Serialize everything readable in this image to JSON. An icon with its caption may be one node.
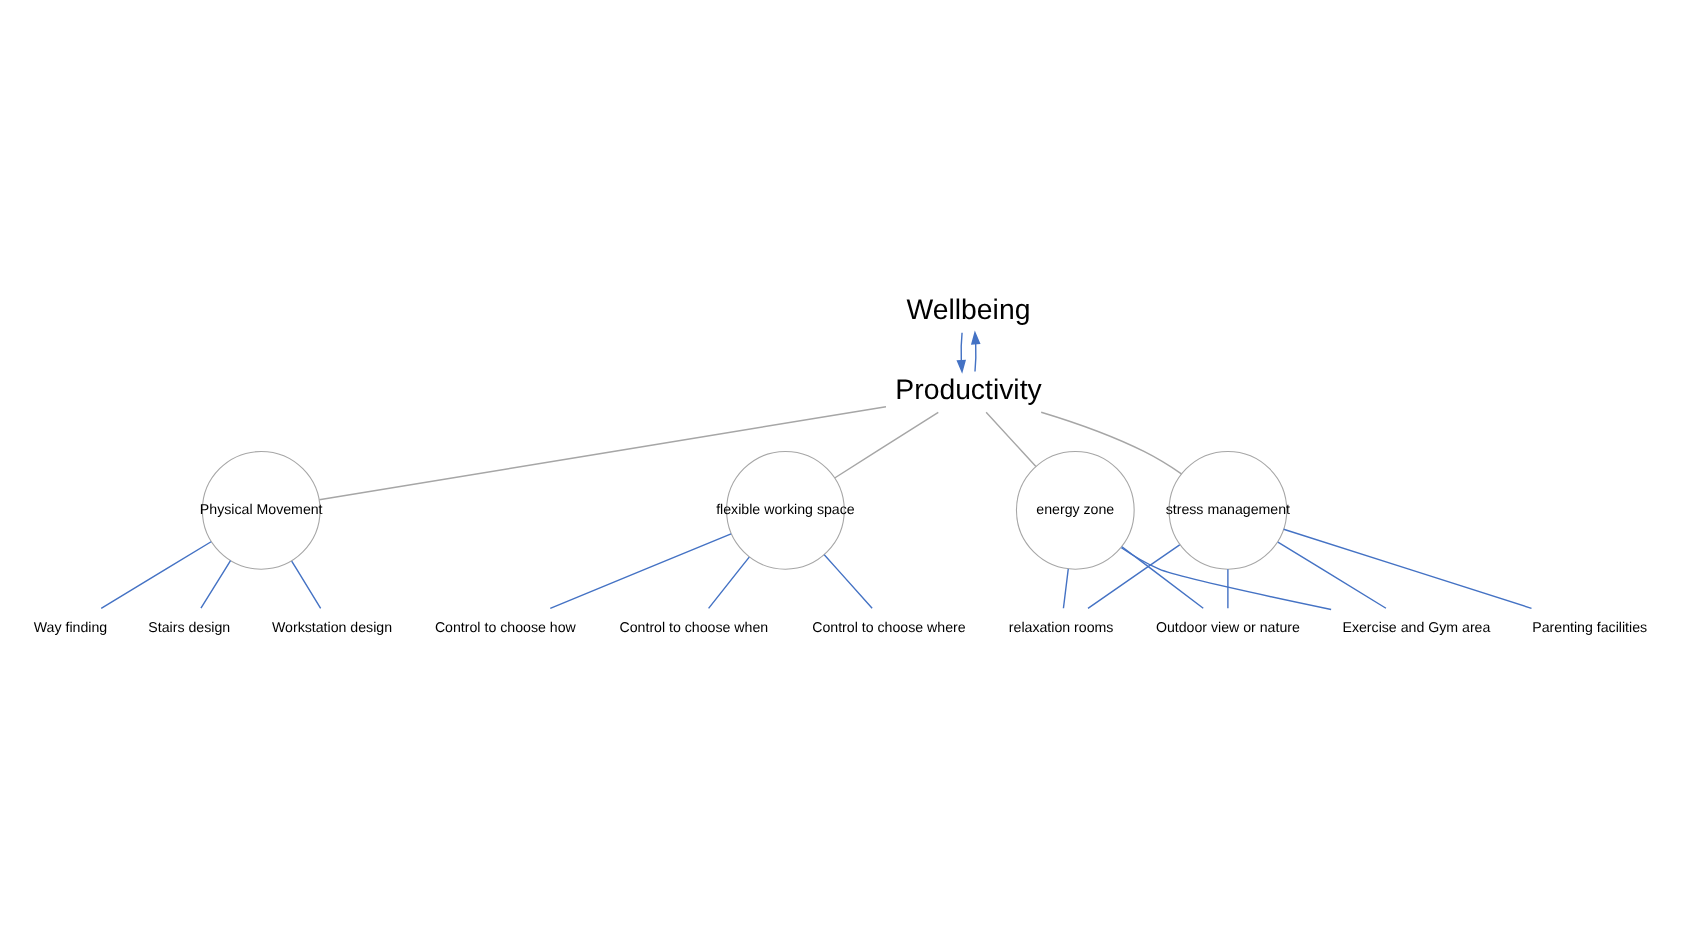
{
  "diagram": {
    "nodes": [
      {
        "text": [
          "Wellbeing"
        ]
      },
      {
        "text": [
          "Productivity"
        ]
      },
      {
        "text": [
          "Physical Movement"
        ]
      },
      {
        "text": [
          "flexible working space"
        ]
      },
      {
        "text": [
          "stress management"
        ]
      },
      {
        "text": [
          "energy zone"
        ]
      },
      {
        "text": [
          "Way finding"
        ]
      },
      {
        "text": [
          "Stairs design"
        ]
      },
      {
        "text": [
          "Workstation design"
        ]
      },
      {
        "text": [
          "Control to choose how"
        ]
      },
      {
        "text": [
          "Control to choose when"
        ]
      },
      {
        "text": [
          "Control to choose where"
        ]
      },
      {
        "text": [
          "relaxation rooms"
        ]
      },
      {
        "text": [
          "Outdoor view or nature"
        ]
      },
      {
        "text": [
          "Exercise and Gym area"
        ]
      },
      {
        "text": [
          "Parenting facilities"
        ]
      }
    ],
    "edges": [
      {
        "from": 1,
        "to": 0,
        "arrow": "to"
      },
      {
        "from": 0,
        "to": 1,
        "arrow": "to"
      },
      {
        "from": 1,
        "to": 2,
        "arrow": "none",
        "color": "#a6a6a6"
      },
      {
        "from": 1,
        "to": 3,
        "arrow": "none",
        "color": "#a6a6a6"
      },
      {
        "from": 1,
        "to": 4,
        "arrow": "none",
        "color": "#a6a6a6"
      },
      {
        "from": 1,
        "to": 5,
        "arrow": "none",
        "color": "#a6a6a6"
      },
      {
        "from": 2,
        "to": 6,
        "arrow": "none"
      },
      {
        "from": 2,
        "to": 7,
        "arrow": "none"
      },
      {
        "from": 2,
        "to": 8,
        "arrow": "none"
      },
      {
        "from": 3,
        "to": 9,
        "arrow": "none"
      },
      {
        "from": 3,
        "to": 10,
        "arrow": "none"
      },
      {
        "from": 3,
        "to": 11,
        "arrow": "none"
      },
      {
        "from": 4,
        "to": 12,
        "arrow": "none"
      },
      {
        "from": 12,
        "to": 5,
        "arrow": "none"
      },
      {
        "from": 4,
        "to": 13,
        "arrow": "none"
      },
      {
        "from": 13,
        "to": 5,
        "arrow": "none"
      },
      {
        "from": 4,
        "to": 14,
        "arrow": "none"
      },
      {
        "from": 14,
        "to": 5,
        "arrow": "none"
      },
      {
        "from": 4,
        "to": 15,
        "arrow": "none"
      }
    ]
  }
}
